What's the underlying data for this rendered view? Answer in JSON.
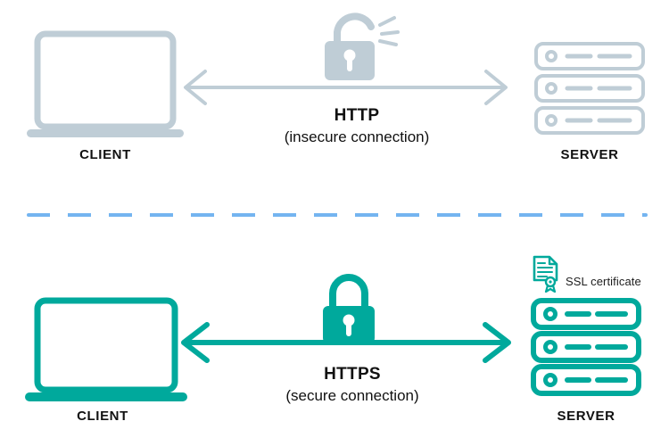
{
  "diagram": {
    "title": "HTTP vs HTTPS connection diagram",
    "colors": {
      "insecure": "#bfcdd6",
      "secure": "#00a99c",
      "divider": "#74b4f0",
      "text": "#111111",
      "background": "#ffffff"
    },
    "sections": [
      {
        "id": "http",
        "state": "insecure",
        "accent_color": "#bfcdd6",
        "client": {
          "label": "CLIENT",
          "icon": "laptop-icon"
        },
        "server": {
          "label": "SERVER",
          "icon": "server-rack-icon"
        },
        "lock": {
          "icon": "unlocked-padlock-icon",
          "state": "open"
        },
        "protocol": {
          "name": "HTTP",
          "description": "(insecure connection)"
        },
        "arrow": {
          "icon": "double-arrow-icon",
          "direction": "bidirectional"
        },
        "certificate": null
      },
      {
        "id": "https",
        "state": "secure",
        "accent_color": "#00a99c",
        "client": {
          "label": "CLIENT",
          "icon": "laptop-icon"
        },
        "server": {
          "label": "SERVER",
          "icon": "server-rack-icon"
        },
        "lock": {
          "icon": "locked-padlock-icon",
          "state": "closed"
        },
        "protocol": {
          "name": "HTTPS",
          "description": "(secure connection)"
        },
        "arrow": {
          "icon": "double-arrow-icon",
          "direction": "bidirectional"
        },
        "certificate": {
          "label": "SSL certificate",
          "icon": "ssl-certificate-icon"
        }
      }
    ],
    "divider": {
      "icon": "dashed-divider",
      "style": "dashed"
    }
  }
}
